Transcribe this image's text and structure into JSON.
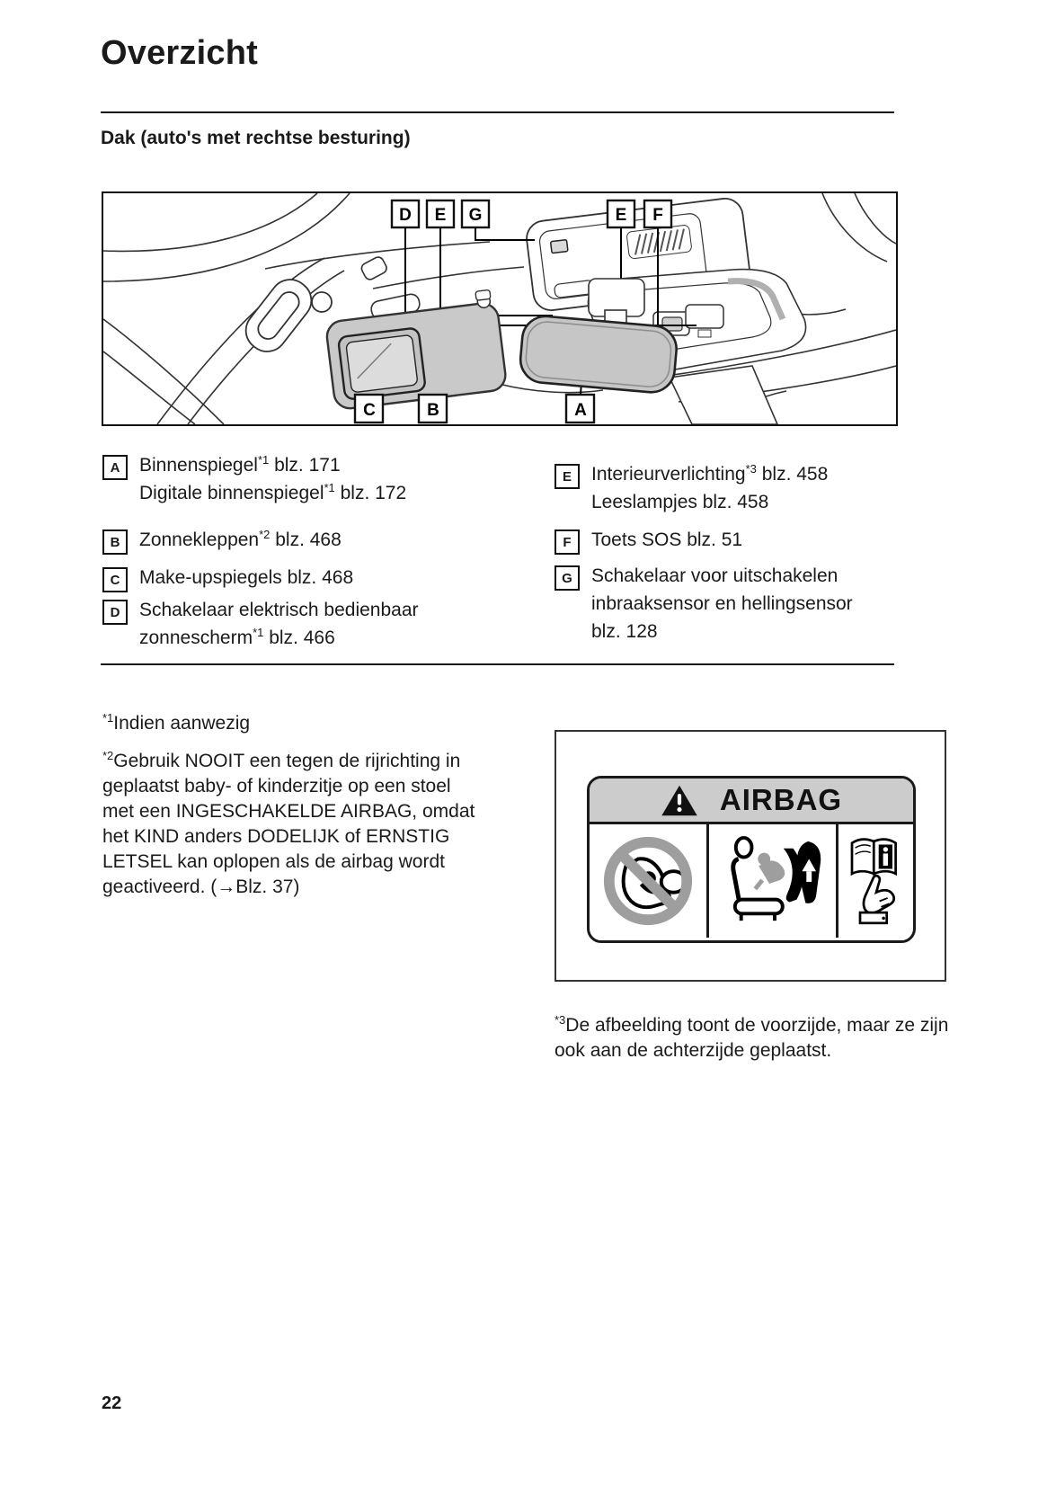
{
  "page": {
    "title": "Overzicht",
    "section_heading": "Dak (auto's met rechtse besturing)",
    "page_number": "22"
  },
  "diagram": {
    "top_labels": [
      "D",
      "E",
      "G",
      "E",
      "F"
    ],
    "bottom_labels": [
      "C",
      "B",
      "A"
    ]
  },
  "legend": {
    "left": [
      {
        "letter": "A",
        "lines": [
          {
            "pre": "Binnenspiegel",
            "sup": "*1",
            "post": " blz. 171"
          },
          {
            "pre": "Digitale binnenspiegel",
            "sup": "*1",
            "post": " blz. 172"
          }
        ]
      },
      {
        "letter": "B",
        "lines": [
          {
            "pre": "Zonnekleppen",
            "sup": "*2",
            "post": " blz. 468"
          }
        ]
      },
      {
        "letter": "C",
        "lines": [
          {
            "pre": "Make-upspiegels blz. 468",
            "sup": "",
            "post": ""
          }
        ]
      },
      {
        "letter": "D",
        "lines": [
          {
            "pre": "Schakelaar elektrisch bedienbaar",
            "sup": "",
            "post": ""
          },
          {
            "pre": "zonnescherm",
            "sup": "*1",
            "post": " blz. 466"
          }
        ]
      }
    ],
    "right": [
      {
        "letter": "E",
        "lines": [
          {
            "pre": "Interieurverlichting",
            "sup": "*3",
            "post": " blz. 458"
          },
          {
            "pre": "Leeslampjes blz. 458",
            "sup": "",
            "post": ""
          }
        ]
      },
      {
        "letter": "F",
        "lines": [
          {
            "pre": "Toets SOS blz. 51",
            "sup": "",
            "post": ""
          }
        ]
      },
      {
        "letter": "G",
        "lines": [
          {
            "pre": "Schakelaar voor uitschakelen",
            "sup": "",
            "post": ""
          },
          {
            "pre": "inbraaksensor en hellingsensor",
            "sup": "",
            "post": ""
          },
          {
            "pre": "blz. 128",
            "sup": "",
            "post": ""
          }
        ]
      }
    ]
  },
  "footnotes": {
    "fn1": {
      "marker": "*1",
      "text": "Indien aanwezig"
    },
    "fn2": {
      "marker": "*2",
      "text": "Gebruik NOOIT een tegen de rijrichting in geplaatst baby- of kinderzitje op een stoel met een INGESCHAKELDE AIRBAG, omdat het KIND anders DODELIJK of ERNSTIG LETSEL kan oplopen als de airbag wordt geactiveerd. (→Blz. 37)"
    },
    "fn3": {
      "marker": "*3",
      "text": "De afbeelding toont de voorzijde, maar ze zijn ook aan de achterzijde geplaatst."
    }
  },
  "airbag_label": {
    "header": "AIRBAG"
  },
  "colors": {
    "text": "#1a1a1a",
    "line_art": "#333333",
    "visor_gray": "#c9c9c9",
    "mirror_gray": "#c6c6c6",
    "label_header_gray": "#cccccc",
    "prohibition_gray": "#9e9e9e"
  }
}
